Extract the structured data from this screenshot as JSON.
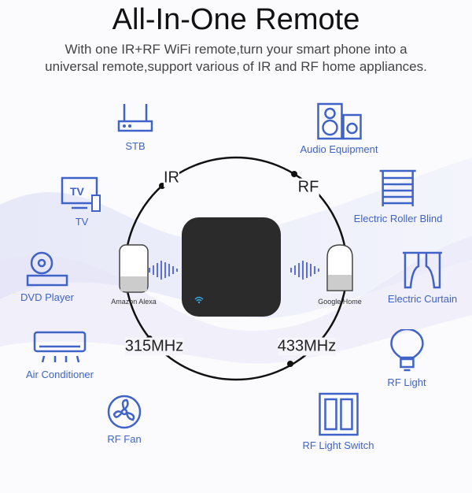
{
  "title": "All-In-One Remote",
  "subtitle_line1": "With one IR+RF WiFi remote,turn your smart phone into a",
  "subtitle_line2": "universal remote,support various of IR and RF home appliances.",
  "ring_labels": {
    "ir": "IR",
    "rf": "RF",
    "f315": "315MHz",
    "f433": "433MHz"
  },
  "assistants": {
    "left": "Amazon Alexa",
    "right": "Google Home"
  },
  "ir_devices": [
    "STB",
    "TV",
    "DVD Player",
    "Air Conditioner",
    "RF Fan"
  ],
  "rf_devices": [
    "Audio Equipment",
    "Electric Roller Blind",
    "Electric Curtain",
    "RF Light",
    "RF Light Switch"
  ],
  "colors": {
    "accent": "#3f63c7",
    "hub": "#2b2b2b"
  }
}
